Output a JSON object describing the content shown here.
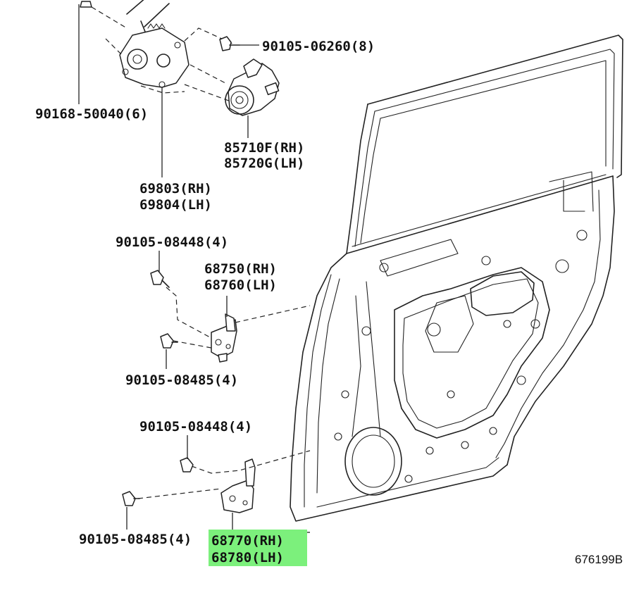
{
  "callouts": {
    "bolt_top": "90105-06260(8)",
    "screw_left": "90168-50040(6)",
    "motor_rh": "85710F(RH)",
    "motor_lh": "85720G(LH)",
    "regulator_rh": "69803(RH)",
    "regulator_lh": "69804(LH)",
    "bolt_upper_hinge_a": "90105-08448(4)",
    "upper_hinge_rh": "68750(RH)",
    "upper_hinge_lh": "68760(LH)",
    "bolt_upper_hinge_b": "90105-08485(4)",
    "bolt_lower_hinge_a": "90105-08448(4)",
    "bolt_lower_hinge_b": "90105-08485(4)",
    "lower_hinge_rh": "68770(RH)",
    "lower_hinge_lh": "68780(LH)"
  },
  "figure_ref": "676199B",
  "highlight_color": "#7CF07C"
}
